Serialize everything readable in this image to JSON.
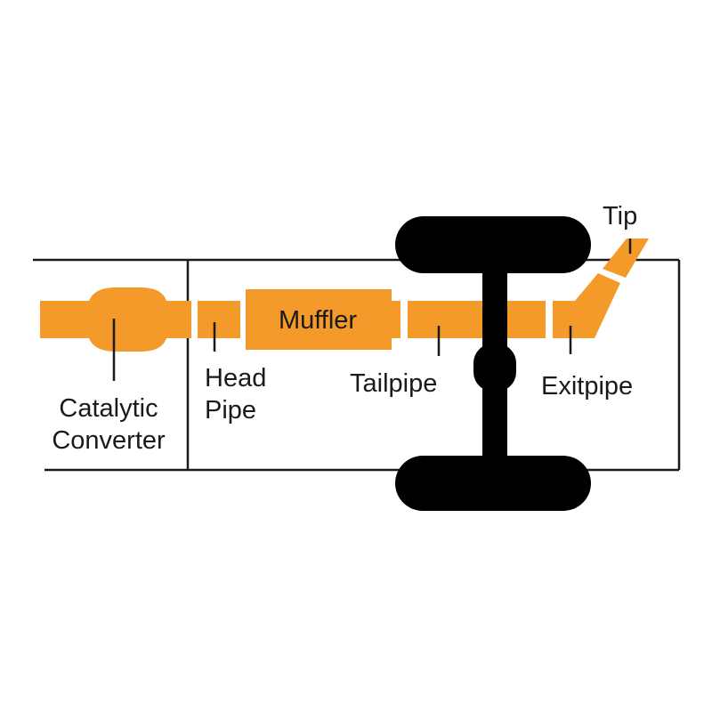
{
  "diagram": {
    "labels": {
      "catalytic_converter": [
        "Catalytic",
        "Converter"
      ],
      "head_pipe": [
        "Head",
        "Pipe"
      ],
      "muffler": "Muffler",
      "tailpipe": "Tailpipe",
      "exitpipe": "Exitpipe",
      "tip": "Tip"
    },
    "colors": {
      "pipe": "#F39A2B",
      "axle": "#000000",
      "frame": "#1a1a1a",
      "text": "#1a1a1a",
      "background": "#ffffff"
    }
  }
}
